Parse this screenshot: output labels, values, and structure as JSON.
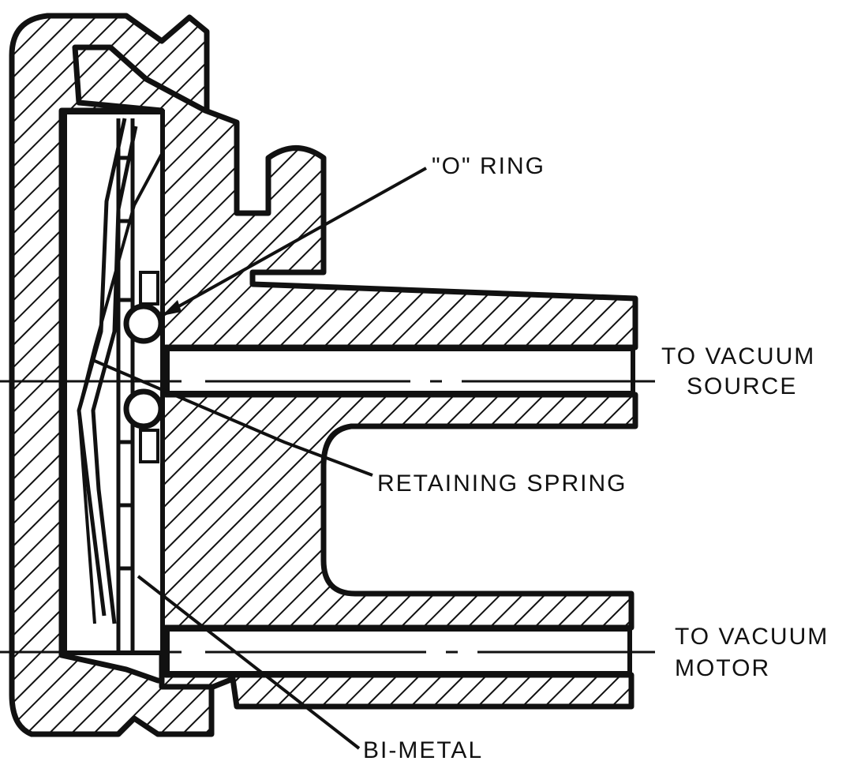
{
  "labels": {
    "o_ring": "\"O\" RING",
    "to_vacuum_source_line1": "TO VACUUM",
    "to_vacuum_source_line2": "SOURCE",
    "retaining_spring": "RETAINING SPRING",
    "to_vacuum_motor_line1": "TO VACUUM",
    "to_vacuum_motor_line2": "MOTOR",
    "bi_metal": "BI-METAL"
  },
  "colors": {
    "ink": "#111111",
    "paper": "#ffffff"
  }
}
